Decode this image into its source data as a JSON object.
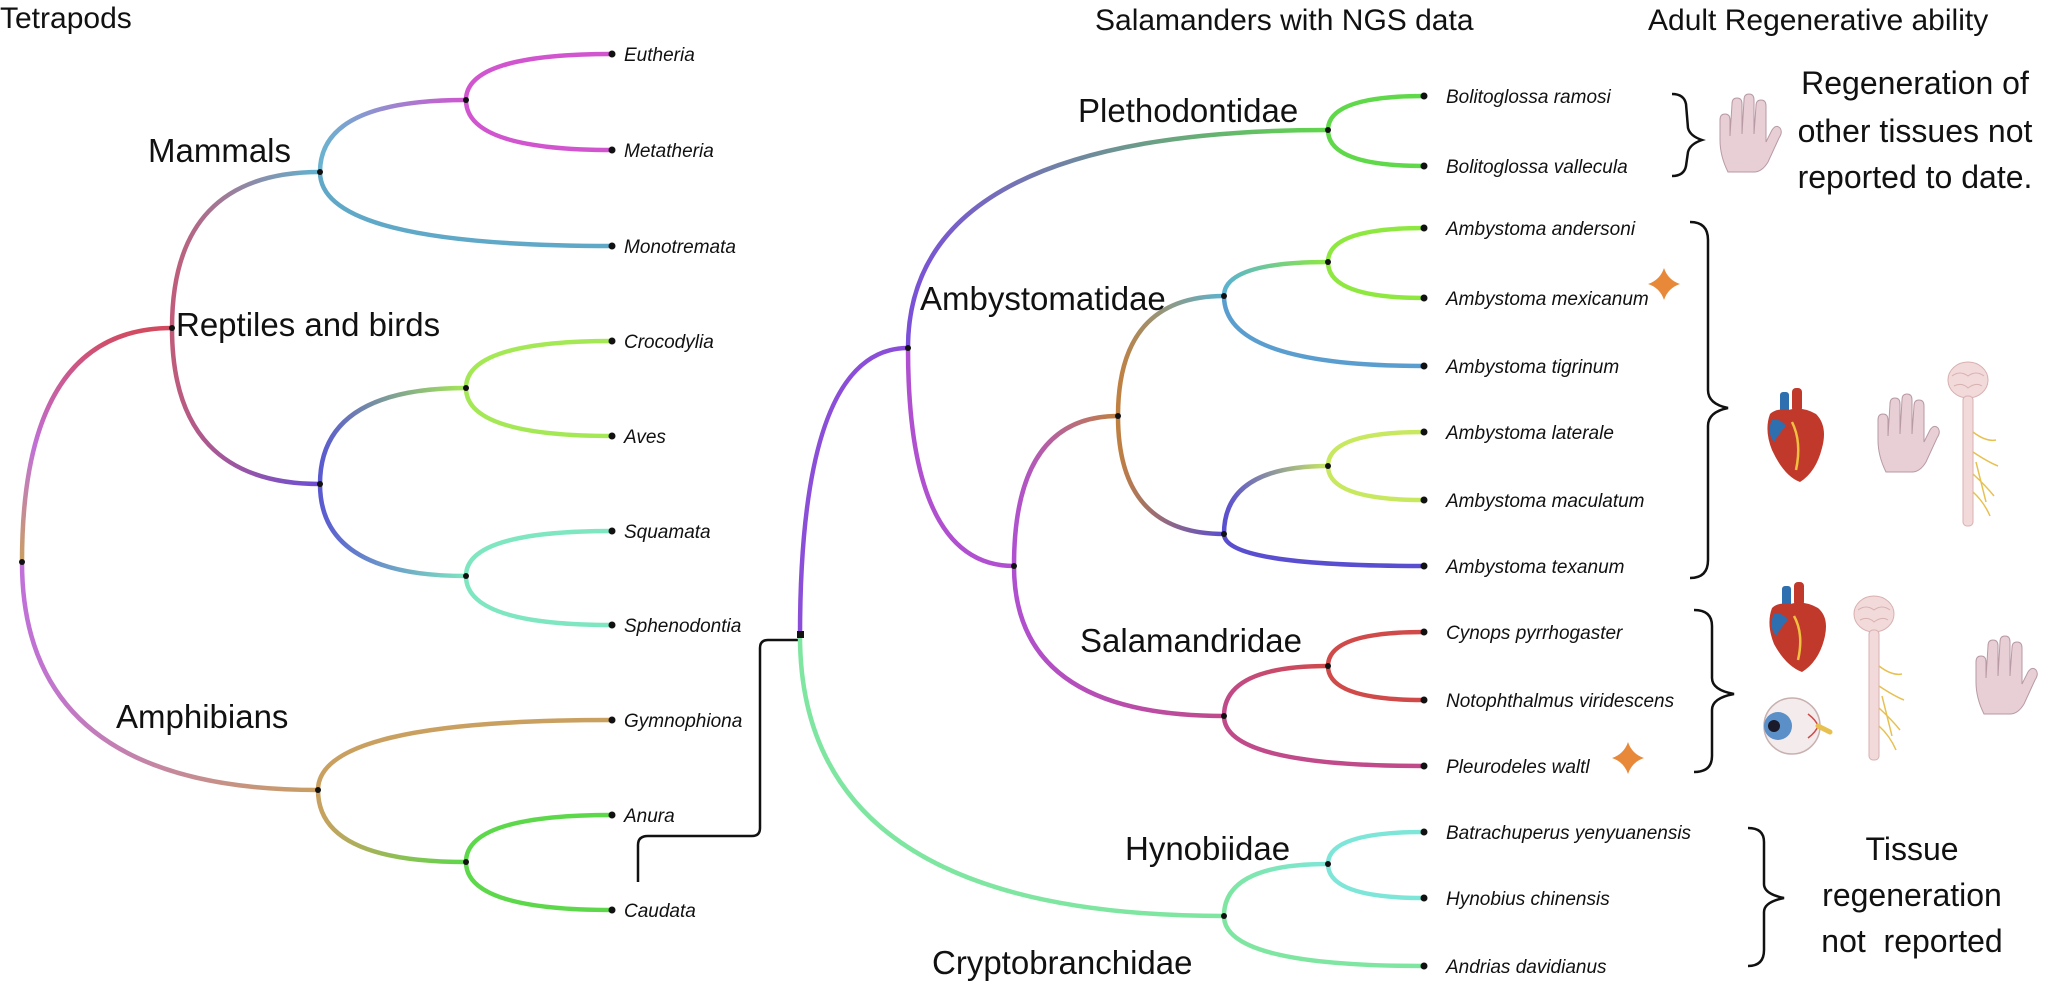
{
  "headers": {
    "tetrapods": "Tetrapods",
    "salamanders": "Salamanders with NGS data",
    "regen": "Adult Regenerative ability"
  },
  "groups": {
    "mammals": "Mammals",
    "reptiles": "Reptiles and birds",
    "amphibians": "Amphibians",
    "plethodontidae": "Plethodontidae",
    "ambystomatidae": "Ambystomatidae",
    "salamandridae": "Salamandridae",
    "hynobiidae": "Hynobiidae",
    "cryptobranchidae": "Cryptobranchidae"
  },
  "tetrapod_taxa": [
    "Eutheria",
    "Metatheria",
    "Monotremata",
    "Crocodylia",
    "Aves",
    "Squamata",
    "Sphenodontia",
    "Gymnophiona",
    "Anura",
    "Caudata"
  ],
  "salamander_species": [
    "Bolitoglossa ramosi",
    "Bolitoglossa vallecula",
    "Ambystoma andersoni",
    "Ambystoma mexicanum",
    "Ambystoma tigrinum",
    "Ambystoma laterale",
    "Ambystoma maculatum",
    "Ambystoma texanum",
    "Cynops pyrrhogaster",
    "Notophthalmus viridescens",
    "Pleurodeles waltl",
    "Batrachuperus yenyuanensis",
    "Hynobius chinensis",
    "Andrias davidianus"
  ],
  "notes": {
    "pleth": [
      "Regeneration of",
      "other tissues not",
      "reported to date."
    ],
    "hyno": [
      "Tissue",
      "regeneration",
      "not  reported"
    ]
  },
  "icons": {
    "star": "star-icon",
    "hand": "hand-icon",
    "heart": "heart-icon",
    "spinal_cord": "spinal-cord-icon",
    "eye": "eye-icon"
  },
  "colors": {
    "star": "#e8893a",
    "hand": "#e8cfd6",
    "heart_red": "#c0392b",
    "heart_blue": "#2e6fb0"
  }
}
